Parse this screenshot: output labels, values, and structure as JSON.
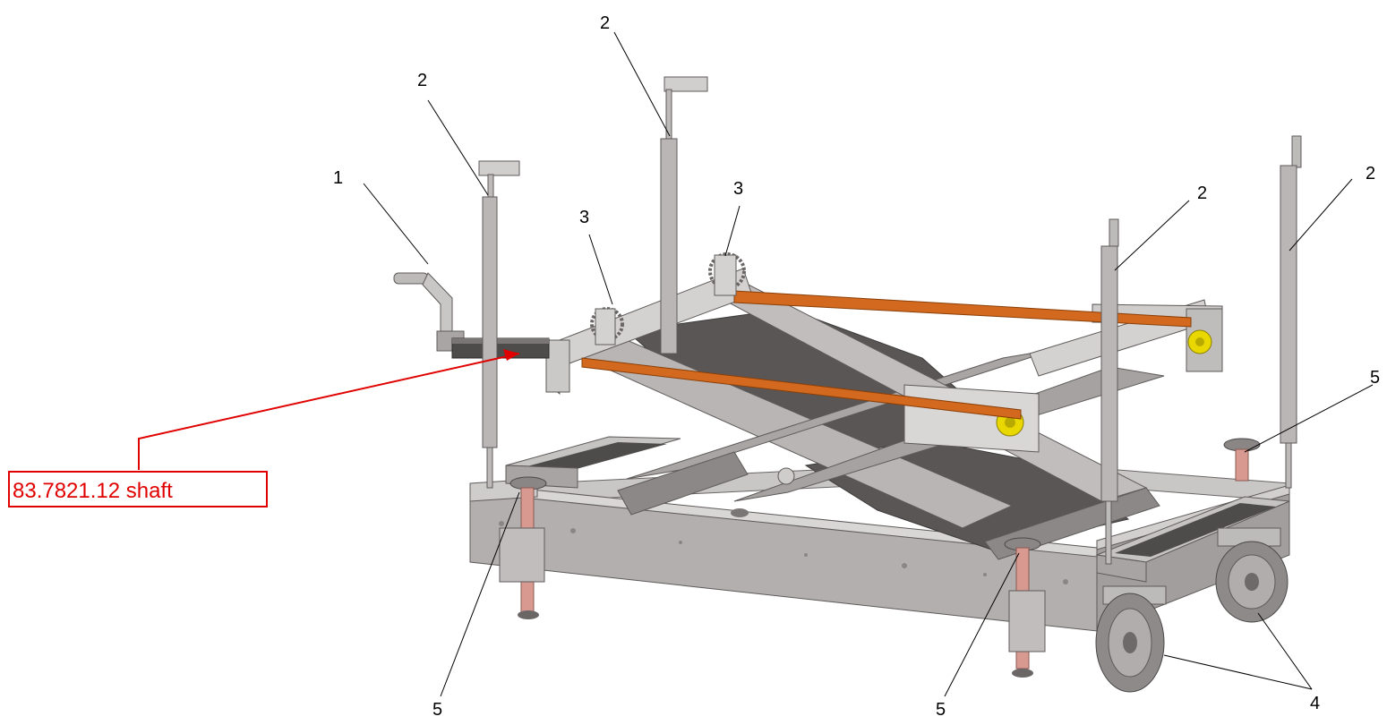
{
  "diagram": {
    "callouts": [
      {
        "id": "c1",
        "label": "1"
      },
      {
        "id": "c2a",
        "label": "2"
      },
      {
        "id": "c2b",
        "label": "2"
      },
      {
        "id": "c2c",
        "label": "2"
      },
      {
        "id": "c2d",
        "label": "2"
      },
      {
        "id": "c3a",
        "label": "3"
      },
      {
        "id": "c3b",
        "label": "3"
      },
      {
        "id": "c4",
        "label": "4"
      },
      {
        "id": "c5a",
        "label": "5"
      },
      {
        "id": "c5b",
        "label": "5"
      },
      {
        "id": "c5c",
        "label": "5"
      }
    ],
    "highlight": {
      "label": "83.7821.12 shaft",
      "color": "#e00000"
    },
    "colors": {
      "frame": "#a8a4a4",
      "frame_dark": "#7c7878",
      "panel": "#5c5858",
      "rod": "#d2691e",
      "yellow": "#e8d800",
      "spring": "#d89a90"
    }
  }
}
